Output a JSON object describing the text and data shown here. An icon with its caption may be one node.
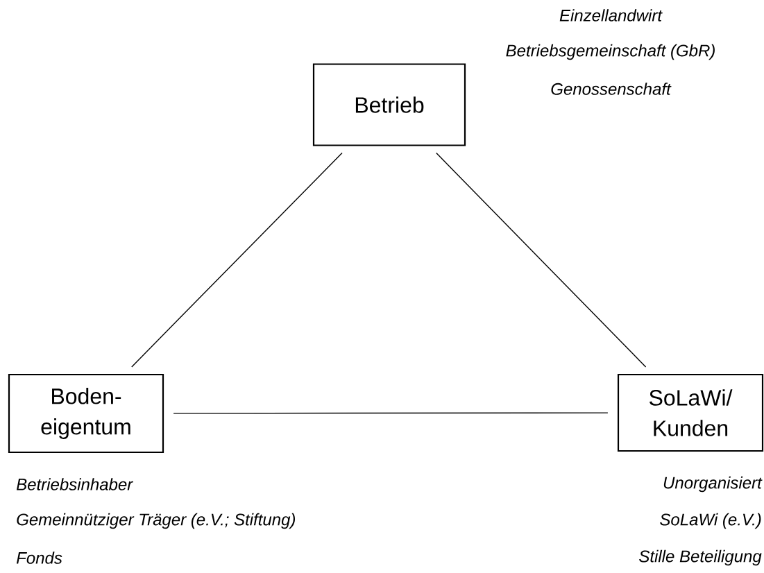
{
  "diagram": {
    "nodes": [
      {
        "text": [
          "Betrieb"
        ],
        "beside": [
          "Einzellandwirt",
          "Betriebsgemeinschaft (GbR)",
          "Genossenschaft"
        ]
      },
      {
        "text": [
          "Boden- eigentum"
        ],
        "beside": [
          "Betriebsinhaber",
          "Gemeinnütziger Träger (e.V.; Stiftung)",
          "Fonds"
        ]
      },
      {
        "text": [
          "SoLaWi/ Kunden"
        ],
        "beside": [
          "Unorganisiert",
          "SoLaWi (e.V.)",
          "Stille Beteiligung"
        ]
      }
    ],
    "edges": [
      {
        "from": 0,
        "to": 1,
        "arrow": "none"
      },
      {
        "from": 0,
        "to": 2,
        "arrow": "none"
      },
      {
        "from": 1,
        "to": 2,
        "arrow": "none"
      }
    ]
  }
}
